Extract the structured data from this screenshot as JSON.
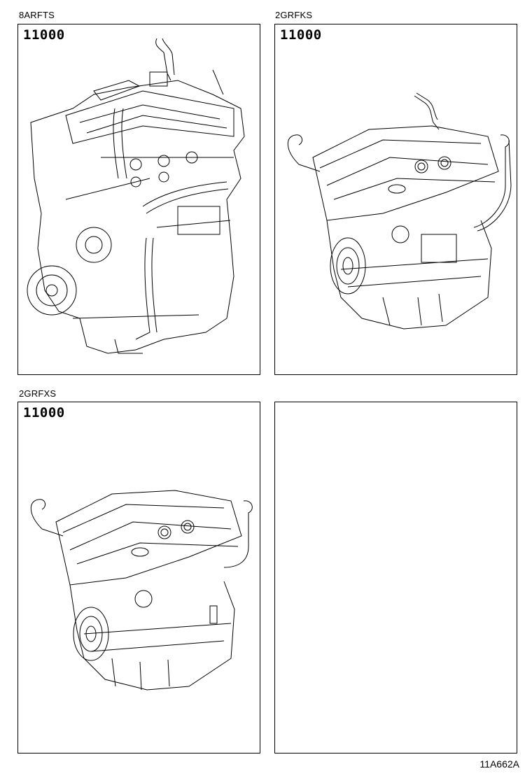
{
  "diagram": {
    "type": "parts-catalog-illustration",
    "reference_code": "11A662A",
    "panels": [
      {
        "model": "8ARFTS",
        "part_number": "11000",
        "illustration": "inline-4 engine assembly (partial)"
      },
      {
        "model": "2GRFKS",
        "part_number": "11000",
        "illustration": "V6 engine assembly (partial)"
      },
      {
        "model": "2GRFXS",
        "part_number": "11000",
        "illustration": "V6 engine assembly (partial)"
      },
      {
        "model": "",
        "part_number": "",
        "illustration": ""
      }
    ]
  },
  "colors": {
    "line": "#000000",
    "background": "#ffffff"
  }
}
